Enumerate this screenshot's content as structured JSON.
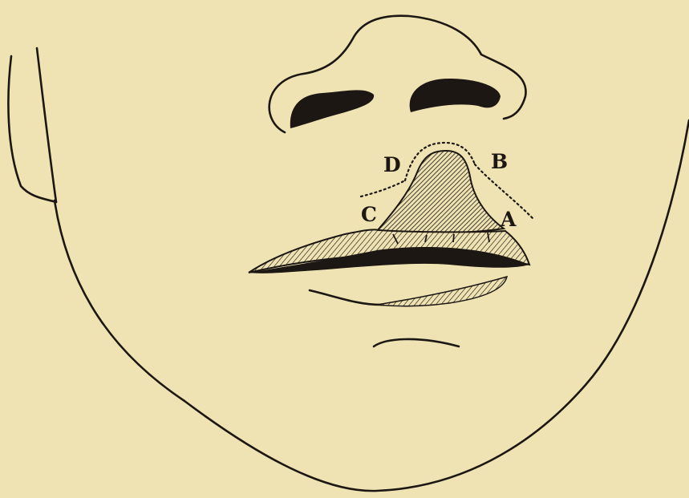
{
  "figure": {
    "labels": {
      "a": "A",
      "b": "B",
      "c": "C",
      "d": "D"
    },
    "colors": {
      "paper": "#efe3b4",
      "ink": "#1c1712"
    }
  }
}
